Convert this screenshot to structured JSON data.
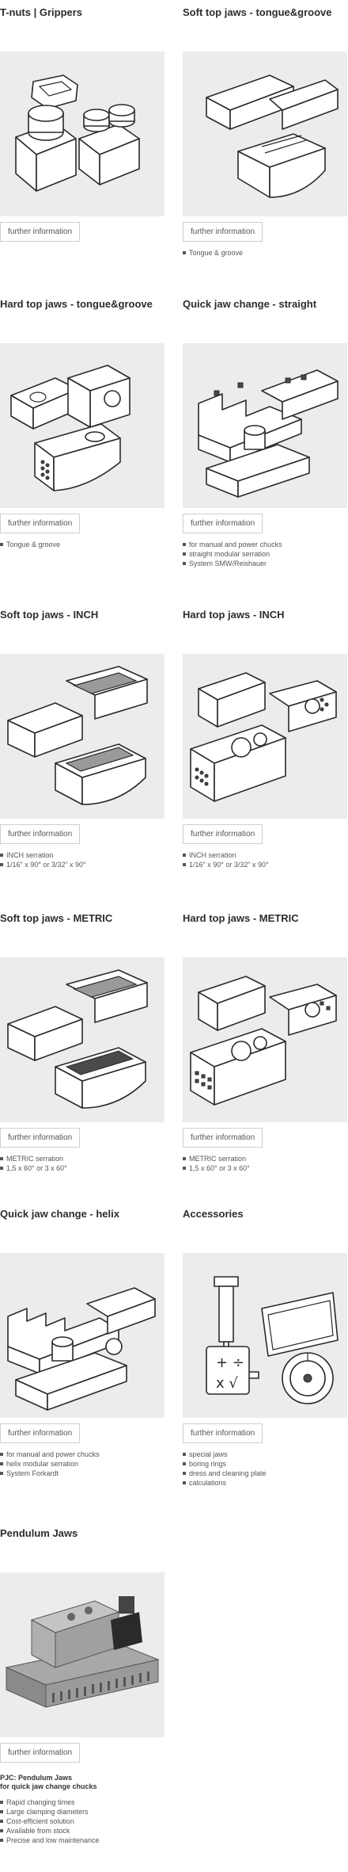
{
  "button_label": "further information",
  "products": [
    {
      "title": "T-nuts | Grippers",
      "image_icon": "t-nut-gripper-icon",
      "features": []
    },
    {
      "title": "Soft top jaws - tongue&groove",
      "image_icon": "soft-jaw-tongue-groove-icon",
      "features": [
        "Tongue & groove"
      ]
    },
    {
      "title": "Hard top jaws - tongue&groove",
      "image_icon": "hard-jaw-tongue-groove-icon",
      "features": [
        "Tongue & groove"
      ]
    },
    {
      "title": "Quick jaw change - straight",
      "image_icon": "quick-jaw-straight-icon",
      "features": [
        "for manual and power chucks",
        "straight modular serration",
        "System SMW/Reishauer"
      ]
    },
    {
      "title": "Soft top jaws - INCH",
      "image_icon": "soft-jaw-inch-icon",
      "features": [
        "INCH serration",
        "1/16\" x 90° or 3/32\" x 90°"
      ]
    },
    {
      "title": "Hard top jaws - INCH",
      "image_icon": "hard-jaw-inch-icon",
      "features": [
        "INCH serration",
        "1/16\" x 90° or 3/32\" x 90°"
      ]
    },
    {
      "title": "Soft top jaws - METRIC",
      "image_icon": "soft-jaw-metric-icon",
      "features": [
        "METRIC serration",
        "1,5 x 60° or 3 x 60°"
      ]
    },
    {
      "title": "Hard top jaws - METRIC",
      "image_icon": "hard-jaw-metric-icon",
      "features": [
        "METRIC serration",
        "1,5 x 60° or 3 x 60°"
      ]
    },
    {
      "title": "Quick jaw change - helix",
      "image_icon": "quick-jaw-helix-icon",
      "features": [
        "for manual and power chucks",
        "helix modular serration",
        "System Forkardt"
      ]
    },
    {
      "title": "Accessories",
      "image_icon": "accessories-icon",
      "features": [
        "special jaws",
        "boring rings",
        "dress and cleaning plate",
        "calculations"
      ]
    },
    {
      "title": "Pendulum Jaws",
      "image_icon": "pendulum-jaw-icon",
      "note_line1": "PJC: Pendulum Jaws",
      "note_line2": "for quick jaw change chucks",
      "features": [
        "Rapid changing times",
        "Large clamping diameters",
        "Cost-efficient solution",
        "Available from stock",
        "Precise and low maintenance"
      ]
    }
  ]
}
